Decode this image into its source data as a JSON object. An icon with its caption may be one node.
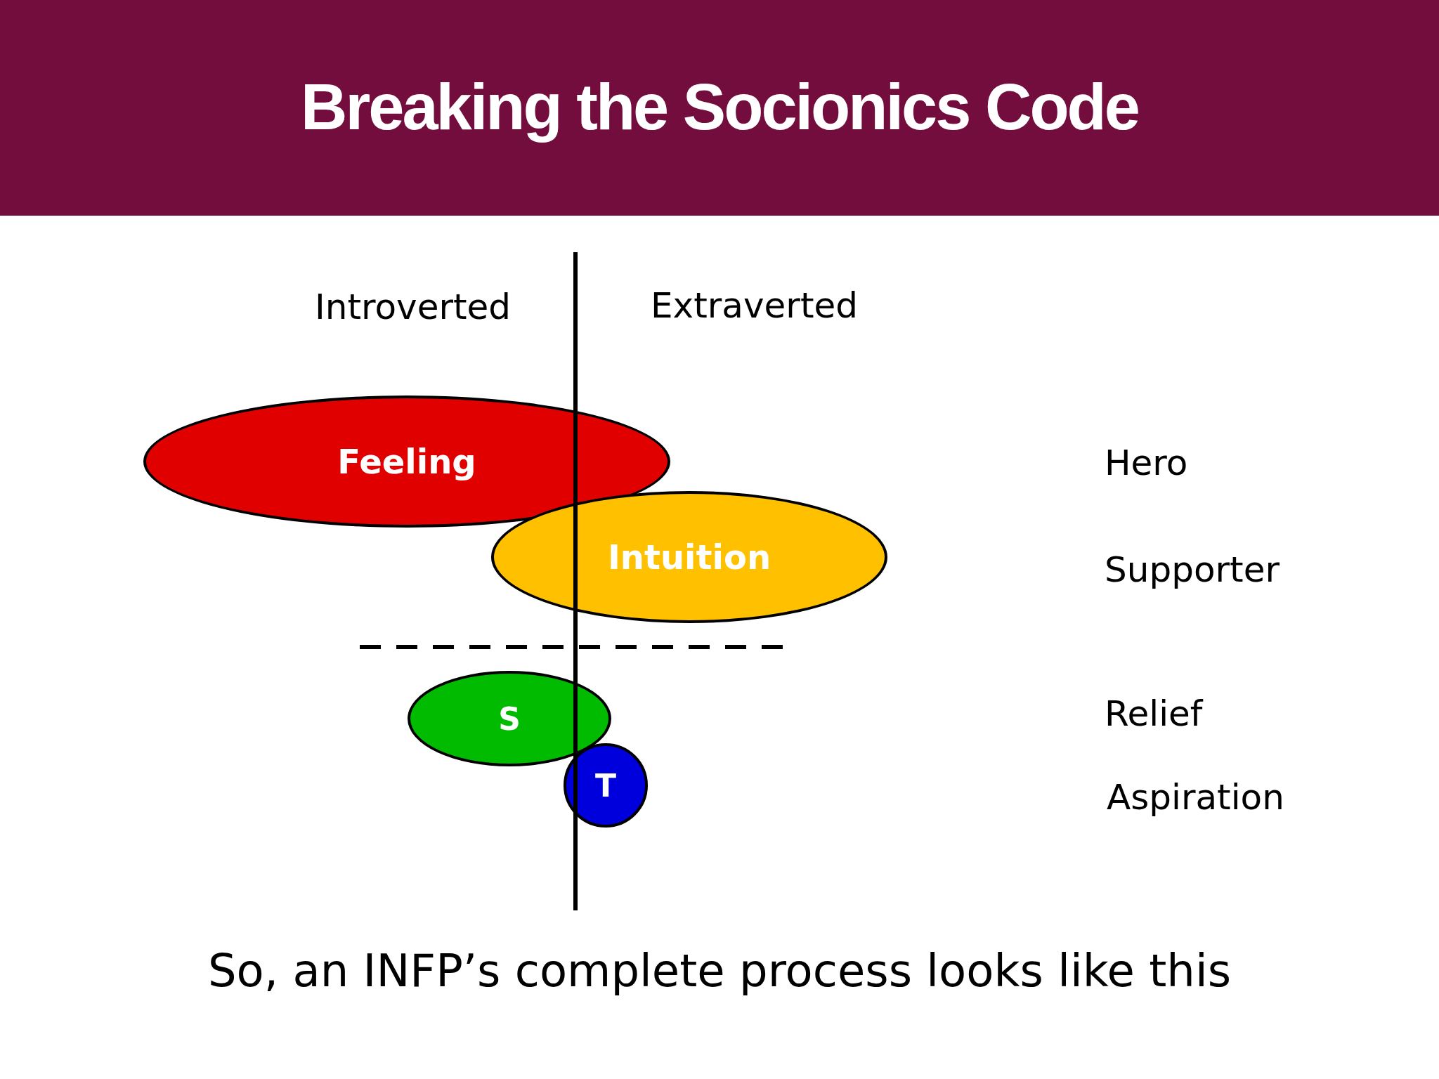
{
  "diagram": {
    "title": "Breaking the Socionics Code",
    "caption": "So, an INFP’s complete process looks like this",
    "nodes": [
      {
        "text": [
          "Feeling"
        ]
      },
      {
        "text": [
          "Intuition"
        ]
      },
      {
        "text": [
          "S"
        ]
      },
      {
        "text": [
          "T"
        ]
      }
    ],
    "labels": [
      "Introverted",
      "Extraverted",
      "Hero",
      "Supporter",
      "Relief",
      "Aspiration"
    ]
  }
}
